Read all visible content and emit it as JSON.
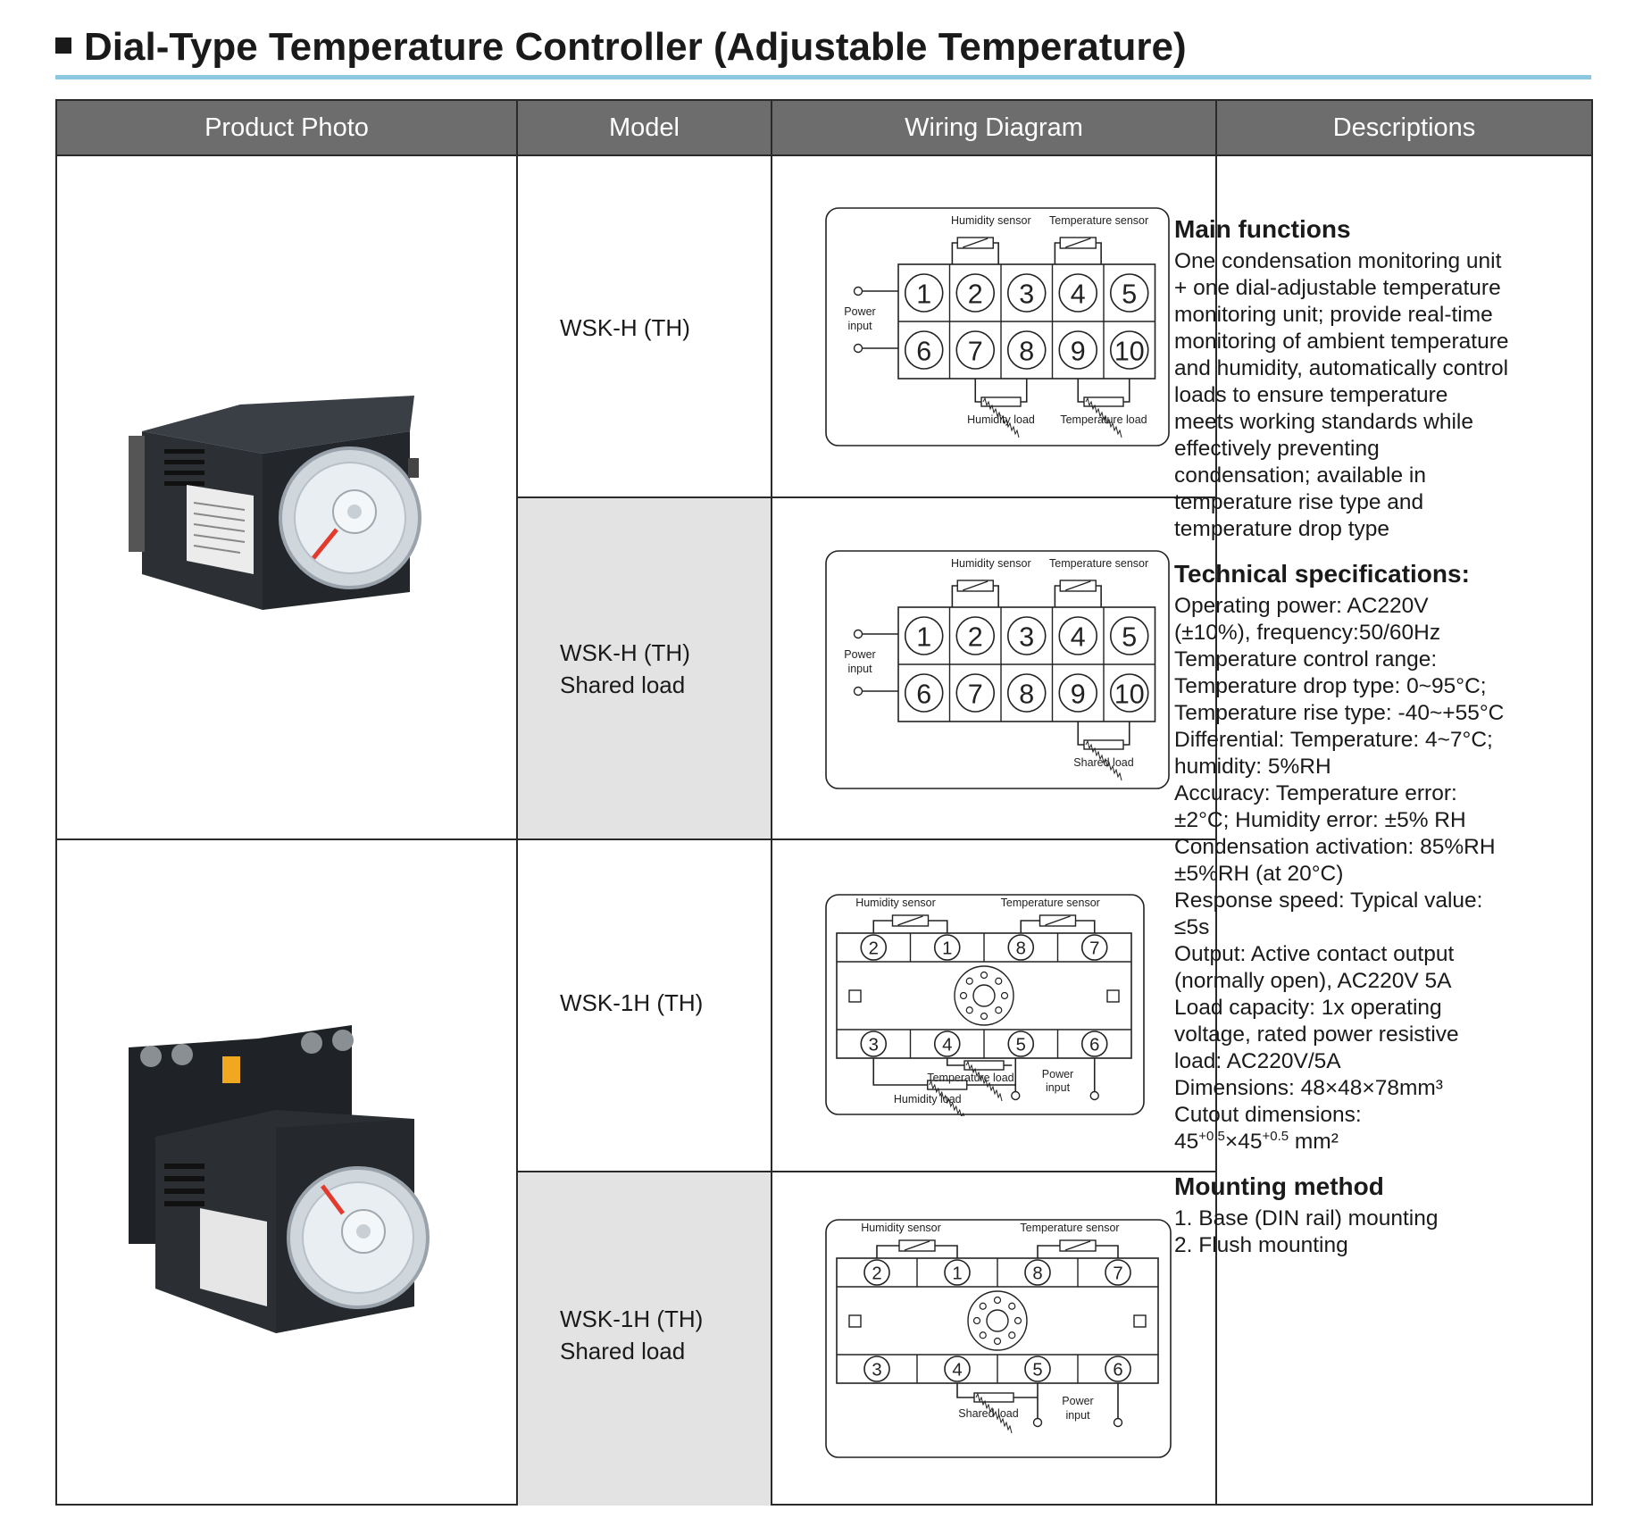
{
  "title": "Dial-Type Temperature Controller (Adjustable Temperature)",
  "table": {
    "headers": {
      "photo": "Product Photo",
      "model": "Model",
      "wiring": "Wiring Diagram",
      "descriptions": "Descriptions"
    },
    "models": [
      {
        "line1": "WSK-H (TH)",
        "line2": ""
      },
      {
        "line1": "WSK-H (TH)",
        "line2": "Shared load"
      },
      {
        "line1": "WSK-1H (TH)",
        "line2": ""
      },
      {
        "line1": "WSK-1H (TH)",
        "line2": "Shared load"
      }
    ]
  },
  "wiring": {
    "humidity_sensor": "Humidity sensor",
    "temperature_sensor": "Temperature sensor",
    "power_line1": "Power",
    "power_line2": "input",
    "humidity_load": "Humidity load",
    "temperature_load": "Temperature load",
    "shared_load": "Shared load",
    "terminals_top": [
      "1",
      "2",
      "3",
      "4",
      "5"
    ],
    "terminals_bottom": [
      "6",
      "7",
      "8",
      "9",
      "10"
    ],
    "base_top": [
      "2",
      "1",
      "8",
      "7"
    ],
    "base_bottom": [
      "3",
      "4",
      "5",
      "6"
    ]
  },
  "descriptions": {
    "main_title": "Main functions",
    "main_lines": [
      "One condensation monitoring unit",
      "+ one dial-adjustable temperature",
      "monitoring unit; provide real-time",
      "monitoring of ambient temperature",
      "and humidity, automatically control",
      "loads to ensure temperature",
      "meets working standards while",
      "effectively preventing",
      "condensation; available in",
      "temperature rise type and",
      "temperature drop type"
    ],
    "tech_title": "Technical specifications:",
    "tech_lines": [
      "Operating power: AC220V",
      "(±10%), frequency:50/60Hz",
      "Temperature control range:",
      "Temperature drop type: 0~95°C;",
      "Temperature rise type: -40~+55°C",
      "Differential: Temperature: 4~7°C;",
      "humidity: 5%RH",
      "Accuracy: Temperature error:",
      "±2°C; Humidity error: ±5% RH",
      "Condensation activation: 85%RH",
      "±5%RH (at 20°C)",
      "Response speed: Typical value:",
      "≤5s",
      "Output: Active contact output",
      "(normally open), AC220V 5A",
      "Load capacity: 1x operating",
      "voltage, rated power resistive",
      "load: AC220V/5A",
      "Dimensions: 48×48×78mm³",
      "Cutout dimensions:"
    ],
    "cutout": {
      "a": "45",
      "a_sup": "+0.5",
      "x": "×",
      "b": "45",
      "b_sup": "+0.5",
      "unit": " mm²"
    },
    "mount_title": "Mounting method",
    "mount_lines": [
      "1. Base (DIN rail) mounting",
      "2. Flush mounting"
    ]
  }
}
